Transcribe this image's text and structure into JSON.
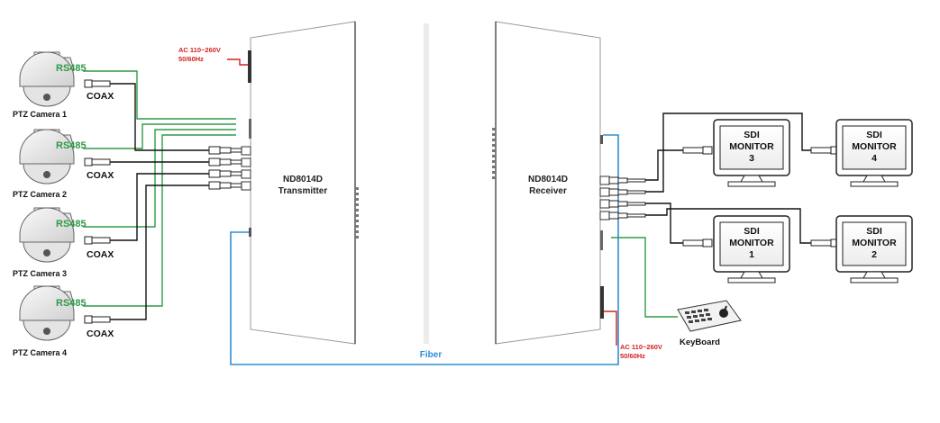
{
  "cameras": [
    {
      "label": "PTZ Camera 1",
      "rs485": "RS485",
      "coax": "COAX"
    },
    {
      "label": "PTZ Camera 2",
      "rs485": "RS485",
      "coax": "COAX"
    },
    {
      "label": "PTZ Camera 3",
      "rs485": "RS485",
      "coax": "COAX"
    },
    {
      "label": "PTZ Camera 4",
      "rs485": "RS485",
      "coax": "COAX"
    }
  ],
  "transmitter": {
    "line1": "ND8014D",
    "line2": "Transmitter",
    "power_line1": "AC 110~260V",
    "power_line2": "50/60Hz"
  },
  "receiver": {
    "line1": "ND8014D",
    "line2": "Receiver",
    "power_line1": "AC 110~260V",
    "power_line2": "50/60Hz"
  },
  "fiber_label": "Fiber",
  "keyboard_label": "KeyBoard",
  "monitors": [
    {
      "line1": "SDI",
      "line2": "MONITOR",
      "line3": "3"
    },
    {
      "line1": "SDI",
      "line2": "MONITOR",
      "line3": "4"
    },
    {
      "line1": "SDI",
      "line2": "MONITOR",
      "line3": "1"
    },
    {
      "line1": "SDI",
      "line2": "MONITOR",
      "line3": "2"
    }
  ],
  "colors": {
    "rs485": "#2e9a47",
    "power": "#d42020",
    "fiber": "#2f8fd0",
    "wire": "#111111",
    "device_edge": "#9a9a9a"
  }
}
